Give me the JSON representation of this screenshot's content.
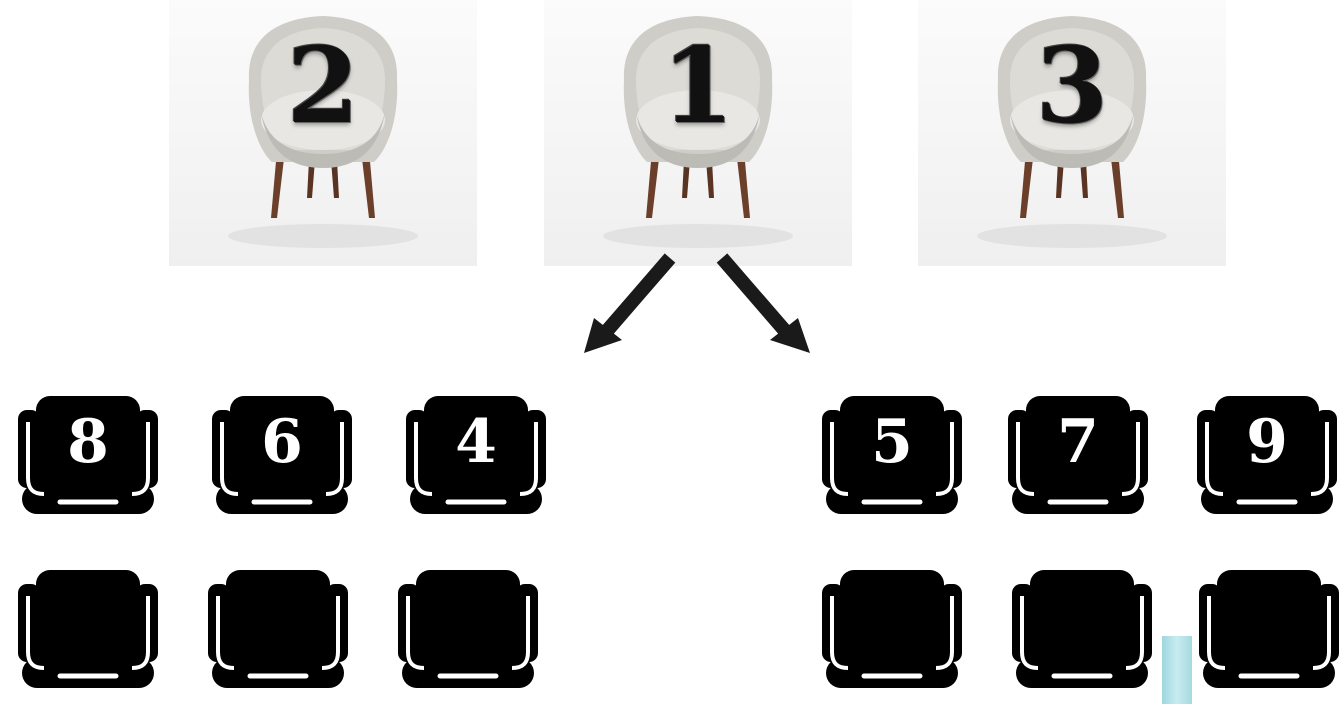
{
  "armchairs": [
    {
      "label": "2",
      "icon": "armchair-photo"
    },
    {
      "label": "1",
      "icon": "armchair-photo"
    },
    {
      "label": "3",
      "icon": "armchair-photo"
    }
  ],
  "arrows": [
    "arrow-down-left-icon",
    "arrow-down-right-icon"
  ],
  "seats": {
    "left_front": [
      "8",
      "6",
      "4"
    ],
    "right_front": [
      "5",
      "7",
      "9"
    ],
    "left_back": [
      "",
      "",
      ""
    ],
    "right_back": [
      "",
      "",
      ""
    ]
  },
  "colors": {
    "seat": "#000000",
    "seat_highlight": "#ffffff",
    "arrow": "#1a1a1a",
    "armchair_fabric": "#d9d7d2",
    "armchair_legs": "#6b3f2a",
    "accent_block": "#bfe6ea"
  }
}
